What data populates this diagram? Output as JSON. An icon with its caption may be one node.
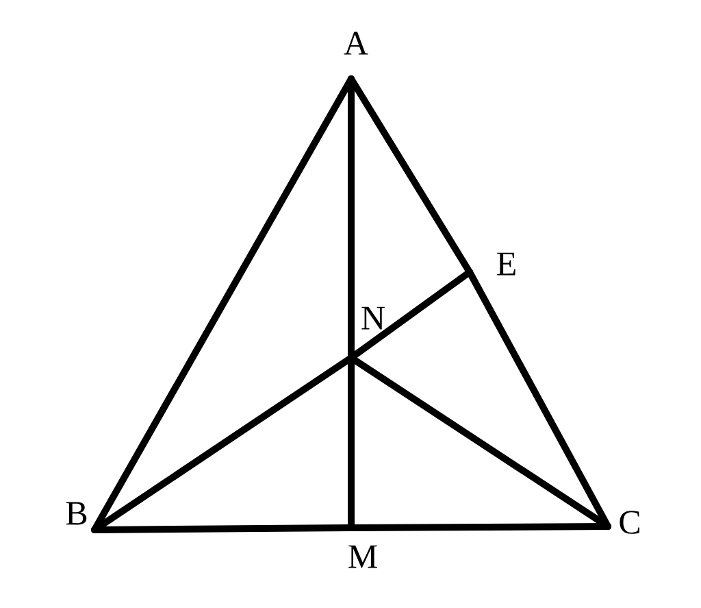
{
  "diagram": {
    "nodes": [
      {
        "text": [
          "A"
        ]
      },
      {
        "text": [
          "E"
        ]
      },
      {
        "text": [
          "N"
        ]
      },
      {
        "text": [
          "B"
        ]
      },
      {
        "text": [
          "M"
        ]
      },
      {
        "text": [
          "C"
        ]
      }
    ],
    "edges": [
      {
        "from": 0,
        "to": 3,
        "arrow": "none"
      },
      {
        "from": 0,
        "to": 1,
        "arrow": "none"
      },
      {
        "from": 1,
        "to": 5,
        "arrow": "none"
      },
      {
        "from": 3,
        "to": 4,
        "arrow": "none"
      },
      {
        "from": 4,
        "to": 5,
        "arrow": "none"
      },
      {
        "from": 0,
        "to": 2,
        "arrow": "none"
      },
      {
        "from": 2,
        "to": 4,
        "arrow": "none"
      },
      {
        "from": 3,
        "to": 2,
        "arrow": "none"
      },
      {
        "from": 2,
        "to": 1,
        "arrow": "none"
      },
      {
        "from": 2,
        "to": 5,
        "arrow": "none"
      }
    ]
  }
}
